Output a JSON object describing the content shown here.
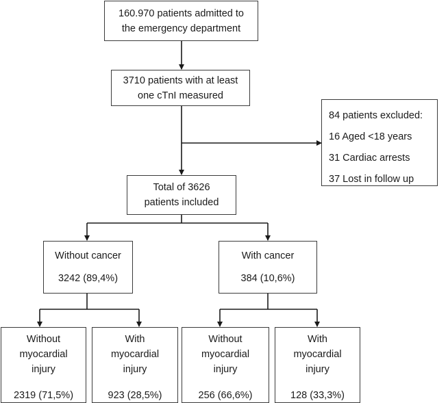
{
  "admitted": {
    "line1": "160.970 patients admitted to",
    "line2": "the emergency department"
  },
  "measured": {
    "line1": "3710 patients with at least",
    "line2": "one cTnI measured"
  },
  "excluded": {
    "title": "84 patients excluded:",
    "items": [
      "16 Aged <18 years",
      "31 Cardiac arrests",
      "37 Lost in follow up"
    ]
  },
  "included": {
    "line1": "Total of 3626",
    "line2": "patients included"
  },
  "without_cancer": {
    "label": "Without cancer",
    "value": "3242 (89,4%)"
  },
  "with_cancer": {
    "label": "With cancer",
    "value": "384 (10,6%)"
  },
  "leaves": [
    {
      "line1": "Without",
      "line2": "myocardial",
      "line3": "injury",
      "value": "2319 (71,5%)"
    },
    {
      "line1": "With",
      "line2": "myocardial",
      "line3": "injury",
      "value": "923 (28,5%)"
    },
    {
      "line1": "Without",
      "line2": "myocardial",
      "line3": "injury",
      "value": "256 (66,6%)"
    },
    {
      "line1": "With",
      "line2": "myocardial",
      "line3": "injury",
      "value": "128 (33,3%)"
    }
  ]
}
